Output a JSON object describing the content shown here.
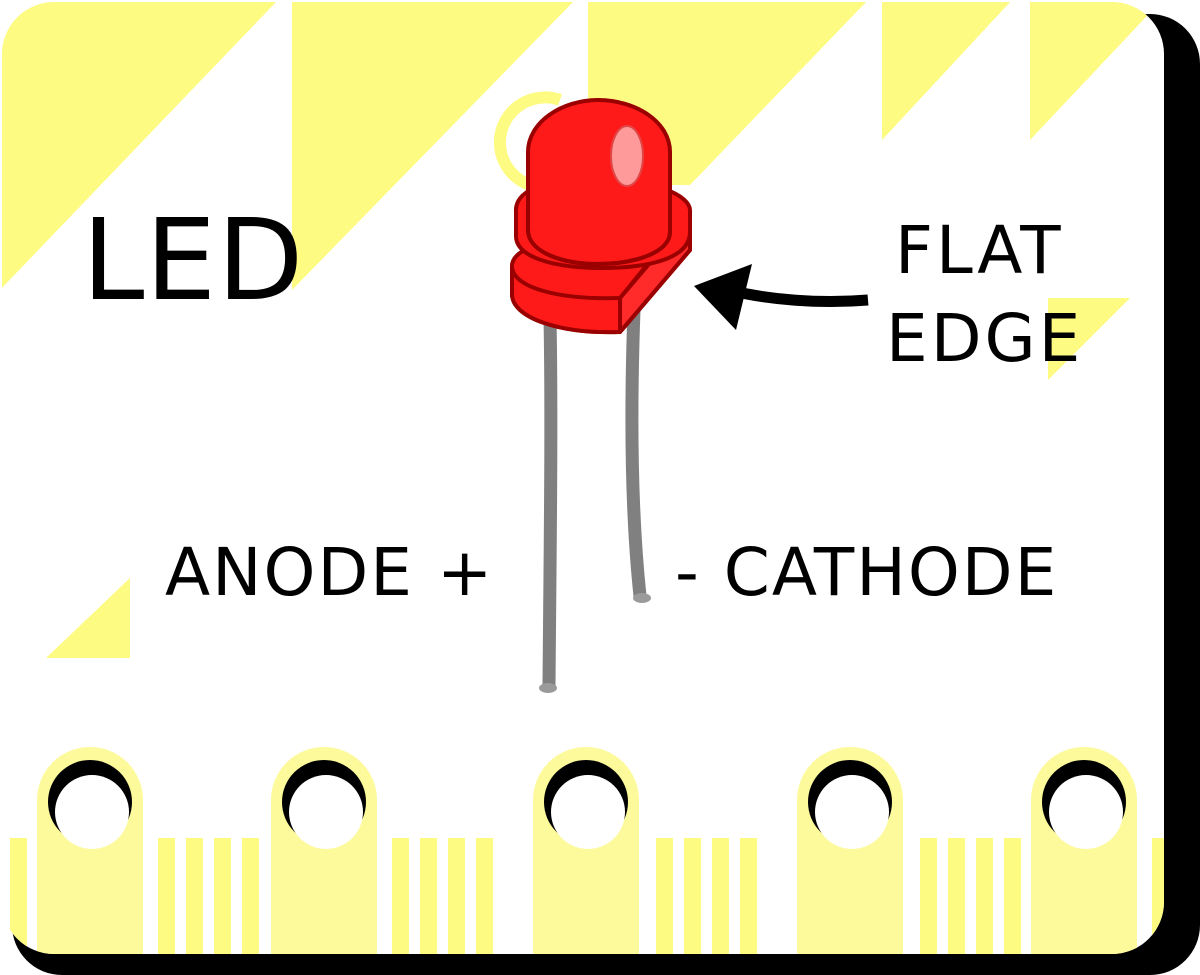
{
  "labels": {
    "title": "LED",
    "flat_edge_line1": "FLAT",
    "flat_edge_line2": "EDGE",
    "anode": "ANODE +",
    "cathode": "- CATHODE"
  },
  "colors": {
    "board_background": "#ffffff",
    "board_shadow": "#000000",
    "pattern_yellow": "#fefb83",
    "pad_ring_yellow": "#fdfa9c",
    "led_body_red": "#ff1a1a",
    "led_outline": "#9a0000",
    "led_highlight": "#ff9a9a",
    "lead_gray": "#808080",
    "arrow_black": "#000000"
  },
  "icons": {
    "component": "led-icon",
    "pointer": "arrow-left-icon",
    "connection_pads": "pad-hole-icon"
  }
}
